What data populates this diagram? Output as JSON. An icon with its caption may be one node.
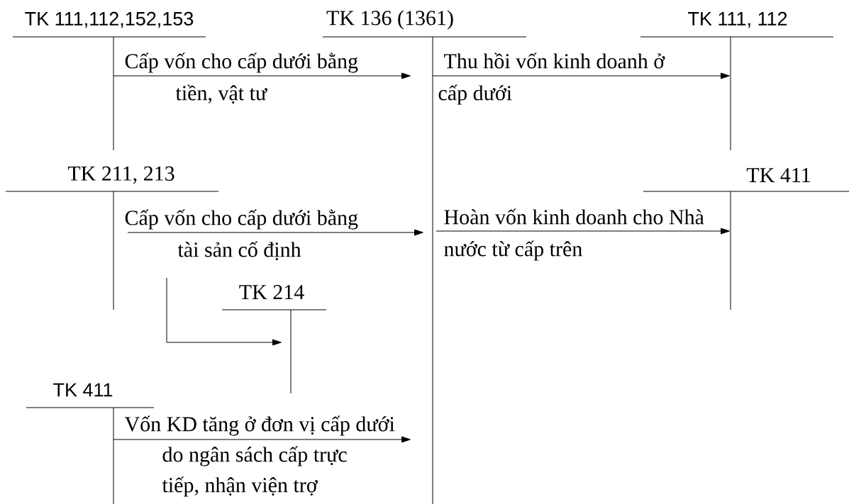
{
  "diagram": {
    "nodes": [
      {
        "text": [
          "TK 111,112,152,153"
        ]
      },
      {
        "text": [
          "TK 136 (1361)"
        ]
      },
      {
        "text": [
          "TK 111, 112"
        ]
      },
      {
        "text": [
          "TK 211, 213"
        ]
      },
      {
        "text": [
          "TK 411"
        ]
      },
      {
        "text": [
          "TK 214"
        ]
      },
      {
        "text": [
          "TK 411"
        ]
      }
    ],
    "edges": [
      {
        "from": 0,
        "to": 1,
        "arrow": "to",
        "label": "Cấp vốn cho cấp dưới bằng tiền, vật tư"
      },
      {
        "from": 1,
        "to": 2,
        "arrow": "to",
        "label": "Thu hồi vốn kinh doanh ở cấp dưới"
      },
      {
        "from": 3,
        "to": 1,
        "arrow": "to",
        "label": "Cấp vốn cho cấp dưới bằng tài sản cố định"
      },
      {
        "from": 1,
        "to": 4,
        "arrow": "to",
        "label": "Hoàn vốn kinh doanh cho Nhà nước từ cấp trên"
      },
      {
        "from": 3,
        "to": 5,
        "arrow": "to"
      },
      {
        "from": 6,
        "to": 1,
        "arrow": "to",
        "label": "Vốn KD tăng ở đơn vị cấp dưới do ngân sách cấp trực tiếp, nhận viện trợ"
      }
    ]
  }
}
